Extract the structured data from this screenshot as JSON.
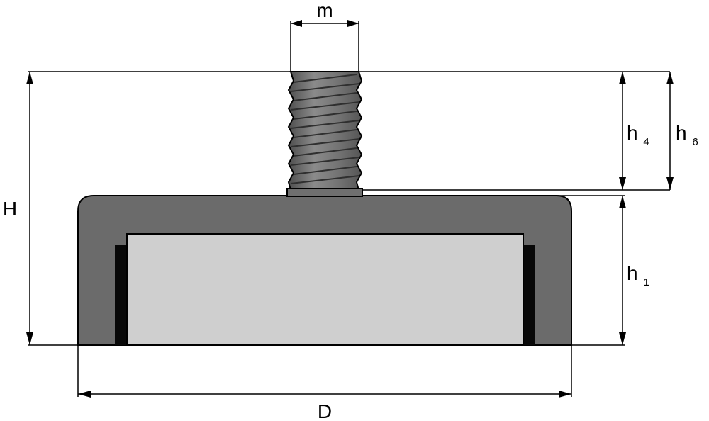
{
  "labels": {
    "m": "m",
    "H": "H",
    "D": "D",
    "h4_main": "h",
    "h4_sub": "4",
    "h6_main": "h",
    "h6_sub": "6",
    "h1_main": "h",
    "h1_sub": "1"
  },
  "colors": {
    "housing": "#6b6b6b",
    "magnet": "#cfcfcf",
    "gap": "#080808",
    "thread_base": "#6f6f6f",
    "outline": "#000000"
  }
}
